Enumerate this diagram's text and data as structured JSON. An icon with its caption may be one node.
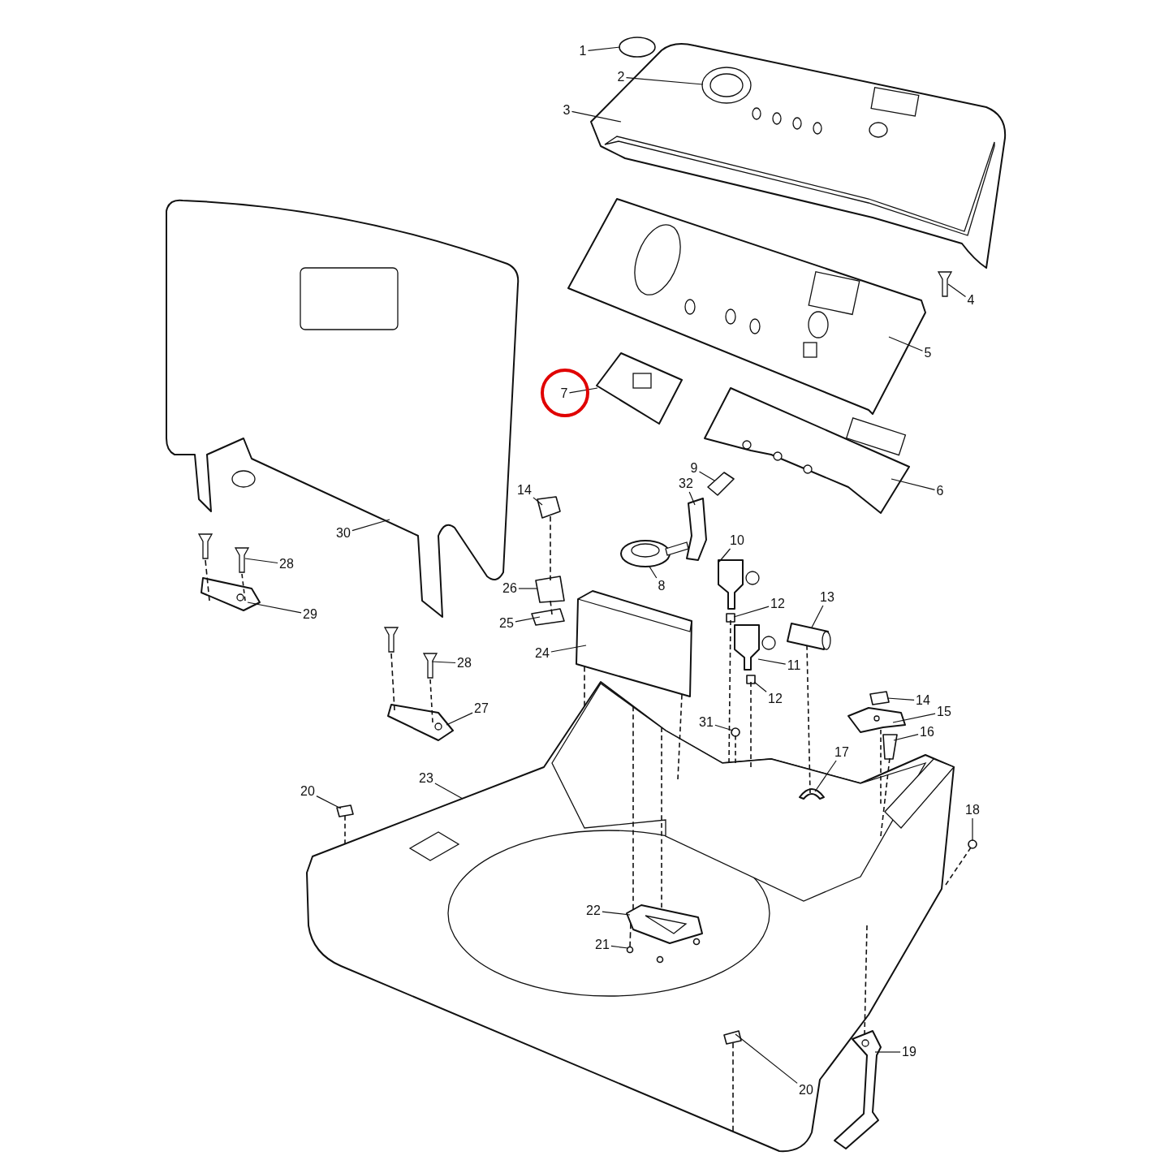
{
  "diagram": {
    "nodes": [
      {
        "text": [
          "1"
        ]
      },
      {
        "text": [
          "2"
        ]
      },
      {
        "text": [
          "3"
        ]
      },
      {
        "text": [
          "4"
        ]
      },
      {
        "text": [
          "5"
        ]
      },
      {
        "text": [
          "7"
        ]
      },
      {
        "text": [
          "9"
        ]
      },
      {
        "text": [
          "6"
        ]
      },
      {
        "text": [
          "32"
        ]
      },
      {
        "text": [
          "14"
        ]
      },
      {
        "text": [
          "30"
        ]
      },
      {
        "text": [
          "10"
        ]
      },
      {
        "text": [
          "28"
        ]
      },
      {
        "text": [
          "8"
        ]
      },
      {
        "text": [
          "26"
        ]
      },
      {
        "text": [
          "13"
        ]
      },
      {
        "text": [
          "12"
        ]
      },
      {
        "text": [
          "29"
        ]
      },
      {
        "text": [
          "25"
        ]
      },
      {
        "text": [
          "24"
        ]
      },
      {
        "text": [
          "28"
        ]
      },
      {
        "text": [
          "11"
        ]
      },
      {
        "text": [
          "12"
        ]
      },
      {
        "text": [
          "14"
        ]
      },
      {
        "text": [
          "27"
        ]
      },
      {
        "text": [
          "15"
        ]
      },
      {
        "text": [
          "31"
        ]
      },
      {
        "text": [
          "16"
        ]
      },
      {
        "text": [
          "17"
        ]
      },
      {
        "text": [
          "23"
        ]
      },
      {
        "text": [
          "20"
        ]
      },
      {
        "text": [
          "18"
        ]
      },
      {
        "text": [
          "22"
        ],
        "in": 36
      },
      {
        "text": [
          "21"
        ],
        "in": 36
      },
      {
        "text": [
          "19"
        ]
      },
      {
        "text": [
          "20"
        ],
        "in": 36
      },
      {
        "text": [],
        "shape": "picture"
      },
      {
        "text": [],
        "shape": "circle"
      },
      {
        "text": [],
        "shape": "picture"
      },
      {
        "text": [],
        "shape": "picture",
        "in": 38
      },
      {
        "text": [],
        "shape": "picture"
      },
      {
        "text": [],
        "shape": "picture"
      },
      {
        "text": [],
        "shape": "picture"
      },
      {
        "text": [],
        "shape": "box"
      },
      {
        "text": [],
        "shape": "picture"
      },
      {
        "text": [],
        "shape": "picture"
      },
      {
        "text": [],
        "shape": "box"
      },
      {
        "text": [],
        "shape": "picture"
      },
      {
        "text": [],
        "shape": "picture"
      },
      {
        "text": [],
        "shape": "picture"
      },
      {
        "text": [],
        "shape": "picture"
      },
      {
        "text": [],
        "shape": "box"
      },
      {
        "text": [],
        "shape": "picture"
      },
      {
        "text": [],
        "shape": "box"
      },
      {
        "text": [],
        "shape": "picture"
      },
      {
        "text": [],
        "shape": "box"
      },
      {
        "text": [],
        "shape": "picture"
      },
      {
        "text": [],
        "shape": "picture"
      },
      {
        "text": [],
        "shape": "picture"
      },
      {
        "text": [],
        "shape": "box"
      },
      {
        "text": [],
        "shape": "box",
        "in": 36
      },
      {
        "text": [],
        "shape": "picture"
      },
      {
        "text": [],
        "shape": "picture",
        "in": 36
      },
      {
        "text": [],
        "shape": "circle",
        "in": 36
      },
      {
        "text": [],
        "shape": "box",
        "in": 36
      },
      {
        "text": [],
        "shape": "picture",
        "in": 36
      },
      {
        "text": [],
        "shape": "box",
        "in": 36
      },
      {
        "text": [],
        "shape": "circle"
      },
      {
        "text": [],
        "shape": "picture",
        "in": 36
      },
      {
        "text": [],
        "shape": "circle",
        "in": 36
      },
      {
        "text": [],
        "shape": "picture",
        "in": 36
      },
      {
        "text": [],
        "shape": "box",
        "in": 36
      },
      {
        "text": [],
        "shape": "picture"
      },
      {
        "text": [],
        "shape": "picture"
      },
      {
        "text": [],
        "shape": "circle",
        "in": 36
      },
      {
        "text": [],
        "shape": "circle",
        "in": 36
      }
    ],
    "edges": [
      {
        "from": 0,
        "to": 37,
        "arrow": "none"
      },
      {
        "from": 1,
        "to": 39,
        "arrow": "none"
      },
      {
        "from": 2,
        "to": 38,
        "arrow": "none"
      },
      {
        "from": 3,
        "to": 40,
        "arrow": "none"
      },
      {
        "from": 4,
        "to": 41,
        "arrow": "none"
      },
      {
        "from": 5,
        "to": 42,
        "arrow": "none"
      },
      {
        "from": 6,
        "to": 43,
        "arrow": "none"
      },
      {
        "from": 7,
        "to": 44,
        "arrow": "none"
      },
      {
        "from": 8,
        "to": 45,
        "arrow": "none"
      },
      {
        "from": 9,
        "to": 46,
        "arrow": "none"
      },
      {
        "from": 10,
        "to": 47,
        "arrow": "none"
      },
      {
        "from": 11,
        "to": 48,
        "arrow": "none"
      },
      {
        "from": 12,
        "to": 49,
        "arrow": "none"
      },
      {
        "from": 13,
        "to": 50,
        "arrow": "none"
      },
      {
        "from": 14,
        "to": 51,
        "arrow": "none"
      },
      {
        "from": 15,
        "to": 52,
        "arrow": "none"
      },
      {
        "from": 16,
        "to": 53,
        "arrow": "none"
      },
      {
        "from": 17,
        "to": 54,
        "arrow": "none"
      },
      {
        "from": 18,
        "to": 55,
        "arrow": "none"
      },
      {
        "from": 19,
        "to": 56,
        "arrow": "none"
      },
      {
        "from": 20,
        "to": 57,
        "arrow": "none"
      },
      {
        "from": 21,
        "to": 58,
        "arrow": "none"
      },
      {
        "from": 22,
        "to": 59,
        "arrow": "none"
      },
      {
        "from": 23,
        "to": 60,
        "arrow": "none"
      },
      {
        "from": 24,
        "to": 61,
        "arrow": "none"
      },
      {
        "from": 25,
        "to": 62,
        "arrow": "none"
      },
      {
        "from": 26,
        "to": 63,
        "arrow": "none"
      },
      {
        "from": 27,
        "to": 64,
        "arrow": "none"
      },
      {
        "from": 28,
        "to": 65,
        "arrow": "none"
      },
      {
        "from": 29,
        "to": 36,
        "arrow": "none"
      },
      {
        "from": 30,
        "to": 66,
        "arrow": "none"
      },
      {
        "from": 31,
        "to": 67,
        "arrow": "none"
      },
      {
        "from": 32,
        "to": 68,
        "arrow": "none"
      },
      {
        "from": 33,
        "to": 69,
        "arrow": "none"
      },
      {
        "from": 34,
        "to": 70,
        "arrow": "none"
      },
      {
        "from": 35,
        "to": 71,
        "arrow": "none"
      },
      {
        "from": 72,
        "to": 54,
        "arrow": "none",
        "style": "dashed"
      },
      {
        "from": 49,
        "to": 54,
        "arrow": "none",
        "style": "dashed"
      },
      {
        "from": 73,
        "to": 61,
        "arrow": "none",
        "style": "dashed"
      },
      {
        "from": 57,
        "to": 61,
        "arrow": "none",
        "style": "dashed"
      },
      {
        "from": 46,
        "to": 51,
        "arrow": "none",
        "style": "dashed"
      },
      {
        "from": 51,
        "to": 55,
        "arrow": "none",
        "style": "dashed"
      },
      {
        "from": 56,
        "to": 36,
        "arrow": "none",
        "style": "dashed"
      },
      {
        "from": 56,
        "to": 36,
        "arrow": "none",
        "style": "dashed"
      },
      {
        "from": 53,
        "to": 36,
        "arrow": "none",
        "style": "dashed"
      },
      {
        "from": 59,
        "to": 36,
        "arrow": "none",
        "style": "dashed"
      },
      {
        "from": 52,
        "to": 65,
        "arrow": "none",
        "style": "dashed"
      },
      {
        "from": 62,
        "to": 36,
        "arrow": "none",
        "style": "dashed"
      },
      {
        "from": 64,
        "to": 36,
        "arrow": "none",
        "style": "dashed"
      },
      {
        "from": 67,
        "to": 36,
        "arrow": "none",
        "style": "dashed"
      },
      {
        "from": 70,
        "to": 36,
        "arrow": "none",
        "style": "dashed"
      },
      {
        "from": 66,
        "to": 36,
        "arrow": "none",
        "style": "dashed"
      },
      {
        "from": 71,
        "to": 36,
        "arrow": "none",
        "style": "dashed"
      },
      {
        "from": 68,
        "to": 36,
        "arrow": "none",
        "style": "dashed"
      },
      {
        "from": 68,
        "to": 36,
        "arrow": "none",
        "style": "dashed"
      },
      {
        "from": 69,
        "to": 68,
        "arrow": "none",
        "style": "dashed"
      },
      {
        "from": 63,
        "to": 36,
        "arrow": "none",
        "style": "dashed"
      }
    ]
  }
}
